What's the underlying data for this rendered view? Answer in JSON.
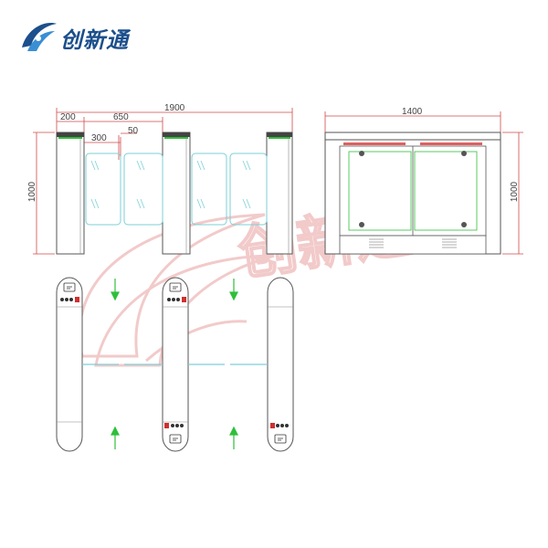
{
  "brand": {
    "name": "创新通",
    "logo_icon": "swoosh-logo-icon",
    "colors": {
      "primary": "#1c4f8c",
      "accent": "#3a8fd4"
    }
  },
  "watermark": {
    "text": "创新通",
    "color": "#e8a0a0"
  },
  "side_view": {
    "dim_total": "1900",
    "dim_left": "200",
    "dim_gap": "650",
    "dim_wing": "300",
    "dim_small": "50",
    "dim_height": "1000"
  },
  "front_view": {
    "dim_width": "1400",
    "dim_height": "1000"
  },
  "colors": {
    "line": "#555555",
    "dimension": "#d04a4a",
    "glass": "#7ccfd6",
    "indicator_green": "#2fbf3a",
    "status_red": "#d03030"
  }
}
